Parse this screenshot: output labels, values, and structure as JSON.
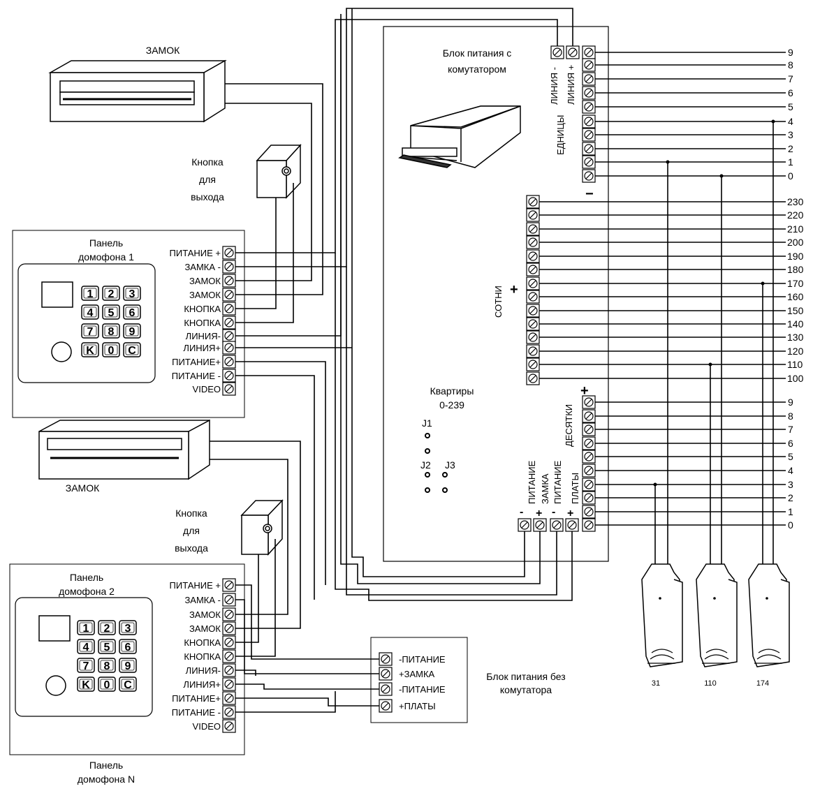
{
  "labels": {
    "lock_top": "ЗАМОК",
    "lock_bottom": "ЗАМОК",
    "exit_btn_top": [
      "Кнопка",
      "для",
      "выхода"
    ],
    "exit_btn_bottom": [
      "Кнопка",
      "для",
      "выхода"
    ],
    "panel1": [
      "Панель",
      "домофона 1"
    ],
    "panel2": [
      "Панель",
      "домофона 2"
    ],
    "panelN": [
      "Панель",
      "домофона N"
    ],
    "psu_comm": [
      "Блок питания с",
      "комутатором"
    ],
    "psu_plain": [
      "Блок питания без",
      "комутатора"
    ],
    "apartments": [
      "Квартиры",
      "0-239"
    ],
    "jumpers": [
      "J1",
      "J2",
      "J3"
    ],
    "units": "ЕДНИЦЫ",
    "hundreds": "СОТНИ",
    "tens": "ДЕСЯТКИ",
    "line_minus": "ЛИНИЯ -",
    "line_plus": "ЛИНИЯ +",
    "plus": "+",
    "minus": "−",
    "bottom_power": [
      "ПИТАНИЕ",
      "ЗАМКА",
      "ПИТАНИЕ",
      "ПЛАТЫ"
    ],
    "bottom_power_signs": [
      "-",
      "+",
      "-",
      "+"
    ]
  },
  "panel_terminals": [
    "ПИТАНИЕ +",
    "ЗАМКА -",
    "ЗАМОК",
    "ЗАМОК",
    "КНОПКА",
    "КНОПКА",
    "ЛИНИЯ-",
    "ЛИНИЯ+",
    "ПИТАНИЕ+",
    "ПИТАНИЕ -",
    "VIDEO"
  ],
  "keypad_keys": [
    "1",
    "2",
    "3",
    "4",
    "5",
    "6",
    "7",
    "8",
    "9",
    "K",
    "0",
    "C"
  ],
  "psu_plain_terminals": [
    "-ПИТАНИЕ",
    "+ЗАМКА",
    "-ПИТАНИЕ",
    "+ПЛАТЫ"
  ],
  "units_numbers": [
    "9",
    "8",
    "7",
    "6",
    "5",
    "4",
    "3",
    "2",
    "1",
    "0"
  ],
  "hundreds_numbers": [
    "230",
    "220",
    "210",
    "200",
    "190",
    "180",
    "170",
    "160",
    "150",
    "140",
    "130",
    "120",
    "110",
    "100"
  ],
  "tens_numbers": [
    "9",
    "8",
    "7",
    "6",
    "5",
    "4",
    "3",
    "2",
    "1",
    "0"
  ],
  "handsets": [
    "31",
    "110",
    "174"
  ]
}
